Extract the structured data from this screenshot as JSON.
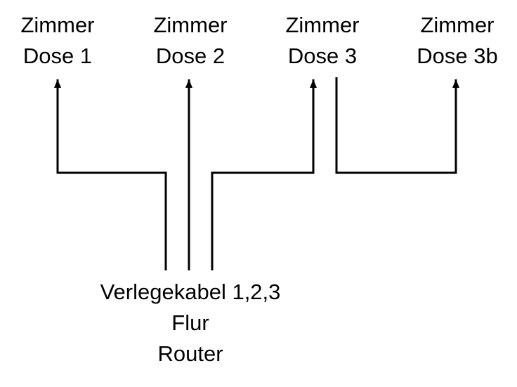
{
  "rooms": [
    {
      "line1": "Zimmer",
      "line2": "Dose 1"
    },
    {
      "line1": "Zimmer",
      "line2": "Dose 2"
    },
    {
      "line1": "Zimmer",
      "line2": "Dose 3"
    },
    {
      "line1": "Zimmer",
      "line2": "Dose 3b"
    }
  ],
  "source": {
    "line1": "Verlegekabel 1,2,3",
    "line2": "Flur",
    "line3": "Router"
  },
  "colors": {
    "line": "#000000",
    "text": "#000000",
    "background": "#ffffff"
  }
}
